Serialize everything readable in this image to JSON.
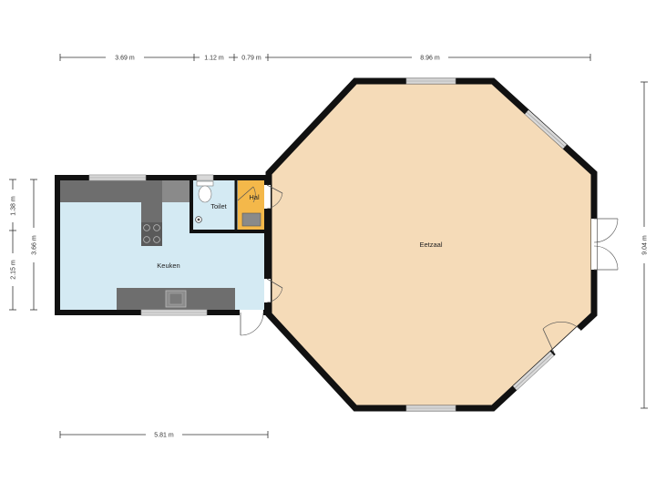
{
  "rooms": {
    "eetzaal": "Eetzaal",
    "keuken": "Keuken",
    "toilet": "Toilet",
    "hal": "Hal"
  },
  "dimensions": {
    "top": [
      "3.69 m",
      "1.12 m",
      "0.79 m",
      "8.96 m"
    ],
    "bottom": "5.81 m",
    "right": "9.04 m",
    "left_outer": "3.66 m",
    "left_inner": [
      "1.38 m",
      "2.15 m"
    ]
  },
  "colors": {
    "eetzaal_floor": "#f5dbb8",
    "keuken_floor": "#d4eaf3",
    "hal_floor": "#f4b84a",
    "wall": "#111111",
    "counter": "#6e6e6e",
    "window": "#d8d8d8"
  },
  "icons": [
    "toilet-icon",
    "stove-icon",
    "sink-icon",
    "washbasin-icon",
    "door-swing-icon"
  ]
}
